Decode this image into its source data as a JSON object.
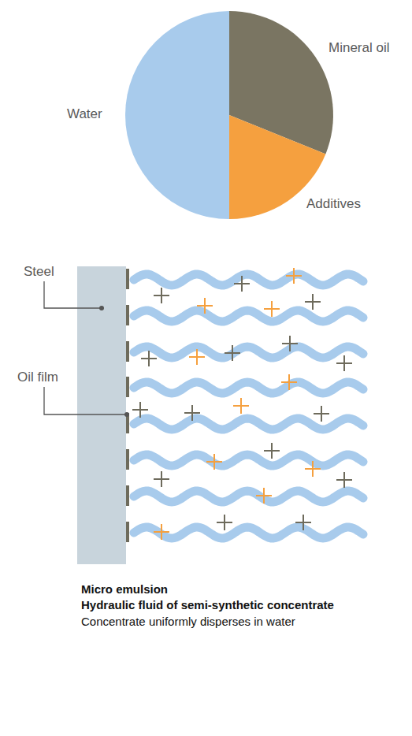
{
  "diagram": {
    "labels": [
      "Mineral oil",
      "Water",
      "Additives",
      "Steel",
      "Oil film",
      "Micro emulsion",
      "Hydraulic fluid of semi-synthetic concentrate",
      "Concentrate uniformly disperses in water"
    ]
  }
}
